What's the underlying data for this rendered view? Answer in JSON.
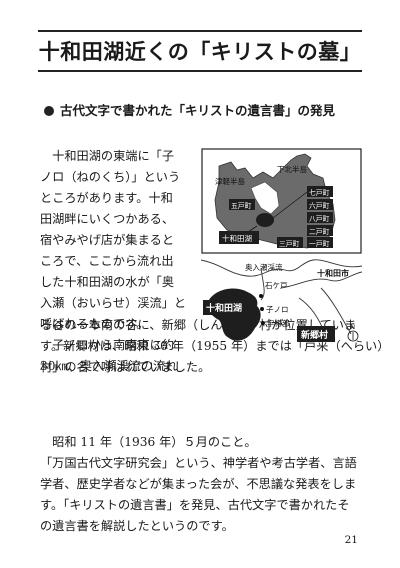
{
  "title": "十和田湖近くの「キリストの墓」",
  "section": {
    "heading": "古代文字で書かれた「キリストの遺言書」の発見"
  },
  "paragraph1": {
    "lines": [
      "　十和田湖の東端に「子",
      "ノロ（ねのくち）」という",
      "ところがあります。十和",
      "田湖畔にいくつかある、",
      "宿やみやげ店が集まると",
      "ころで、ここから流れ出",
      "した十和田湖の水が「奥",
      "入瀬（おいらせ）渓流」と",
      "呼ばれるものです。",
      "　子ノロから南南東に約",
      "30㎞、奥入瀬渓流の流れ"
    ]
  },
  "paragraph2": {
    "lines": [
      "る谷の一本南の谷に、新郷（しんごう）村が位置していま",
      "す。新郷村は、昭和 30 年（1955 年）までは「戸来（へらい）",
      "村」の名で呼ばれていました。"
    ]
  },
  "paragraph3": {
    "lines": [
      "　昭和 11 年（1936 年）５月のこと。",
      "「万国古代文字研究会」という、神学者や考古学者、言語",
      "学者、歴史学者などが集まった会が、不思議な発表をしま",
      "す。「キリストの遺言書」を発見、古代文字で書かれたそ",
      "の遺言書を解説したというのです。"
    ]
  },
  "map": {
    "inset": {
      "labels": {
        "shimokita": "下北半島",
        "tsugaru": "津軽半島",
        "gonohe": "五戸町",
        "shichinohe": "七戸町",
        "rokunohe": "六戸町",
        "hachinohe": "八戸町",
        "ninohe": "二戸町",
        "sannohe": "三戸町",
        "ichinohe": "一戸町",
        "towadako": "十和田湖"
      }
    },
    "labels": {
      "oirase": "奥入瀬渓流",
      "ishigedo": "石ケ戸",
      "towadashi": "十和田市",
      "towadako": "十和田湖",
      "nenokuchi": "子ノロ",
      "utarube": "宇樽部",
      "shingo": "新郷村",
      "north": "N"
    }
  },
  "page_number": "21",
  "colors": {
    "ink": "#1a1a1a",
    "map_fill": "#6b6b6b",
    "lake": "#1e1e1e",
    "bg": "#ffffff"
  }
}
